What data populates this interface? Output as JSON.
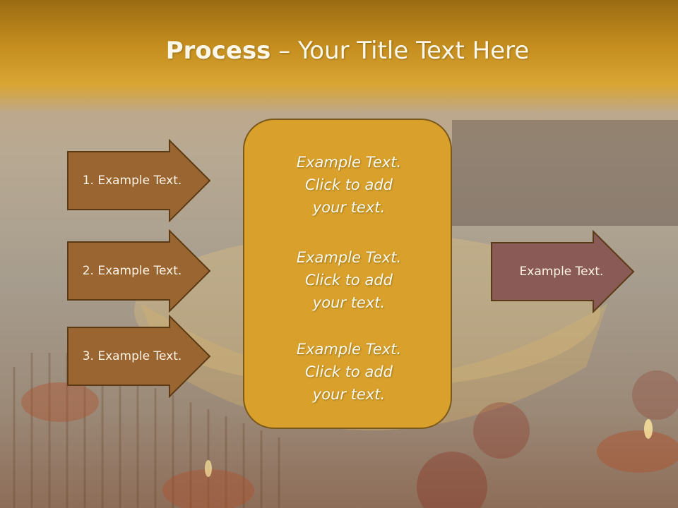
{
  "slide": {
    "title_bold": "Process",
    "title_rest": " – Your Title Text Here",
    "colors": {
      "banner": "#c48d1e",
      "arrow_brown": "#9a6530",
      "arrow_outline": "#5a3a14",
      "arrow_right": "#8a5a56",
      "center_box": "#d9a12b"
    }
  },
  "left_steps": [
    {
      "label": "1. Example Text."
    },
    {
      "label": "2. Example Text."
    },
    {
      "label": "3. Example Text."
    }
  ],
  "center_blocks": [
    {
      "line1": "Example Text.",
      "line2": "Click  to add",
      "line3": "your text."
    },
    {
      "line1": "Example Text.",
      "line2": "Click  to add",
      "line3": "your text."
    },
    {
      "line1": "Example Text.",
      "line2": "Click  to add",
      "line3": "your text."
    }
  ],
  "right_arrow": {
    "label": "Example Text."
  }
}
